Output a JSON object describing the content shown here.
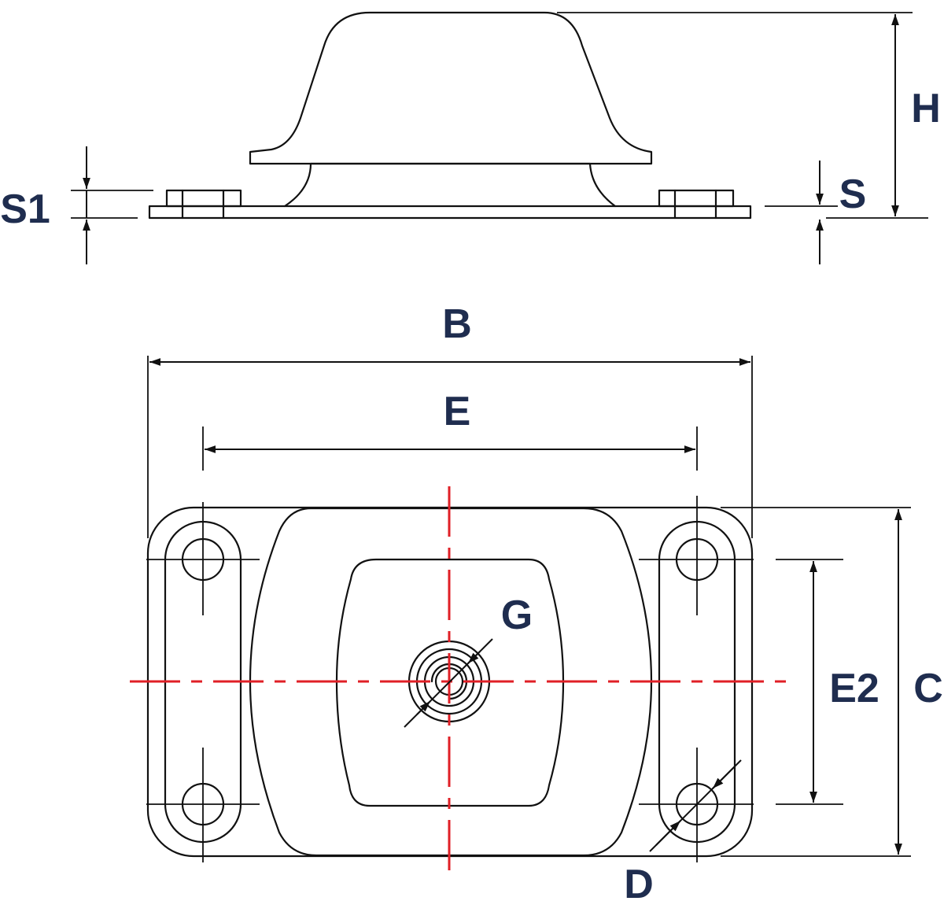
{
  "colors": {
    "line": "#111111",
    "label": "#1f2d4f",
    "centerline": "#e01f26"
  },
  "labels": {
    "h": "H",
    "s1": "S1",
    "s": "S",
    "b": "B",
    "e": "E",
    "g": "G",
    "e2": "E2",
    "c": "C",
    "d": "D"
  }
}
